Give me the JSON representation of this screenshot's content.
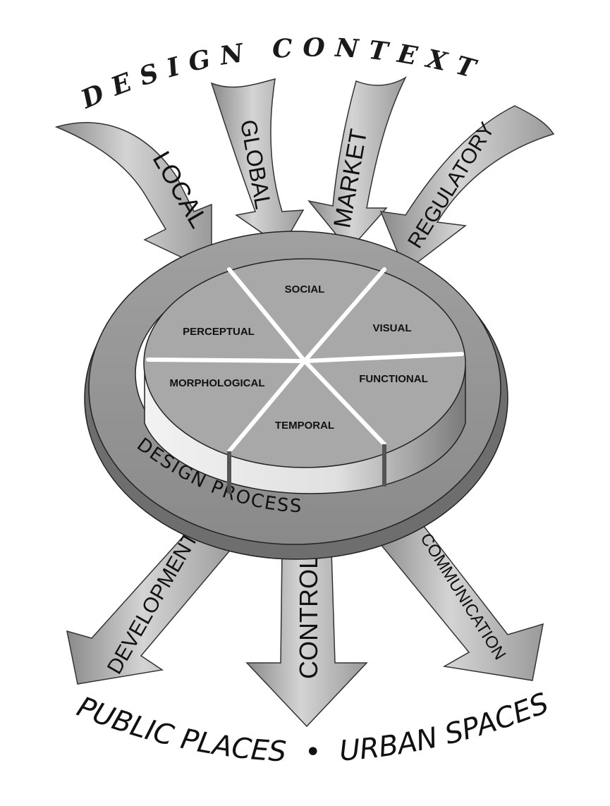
{
  "design_context": "DESIGN CONTEXT",
  "inputs": {
    "local": "LOCAL",
    "global": "GLOBAL",
    "market": "MARKET",
    "regulatory": "REGULATORY"
  },
  "dimensions": {
    "social": "SOCIAL",
    "perceptual": "PERCEPTUAL",
    "visual": "VISUAL",
    "morphological": "MORPHOLOGICAL",
    "functional": "FUNCTIONAL",
    "temporal": "TEMPORAL"
  },
  "design_process": "DESIGN PROCESS",
  "outputs": {
    "development": "DEVELOPMENT",
    "control": "CONTROL",
    "communication": "COMMUNICATION"
  },
  "outcome": {
    "public_places": "PUBLIC PLACES",
    "separator": "•",
    "urban_spaces": "URBAN SPACES"
  }
}
